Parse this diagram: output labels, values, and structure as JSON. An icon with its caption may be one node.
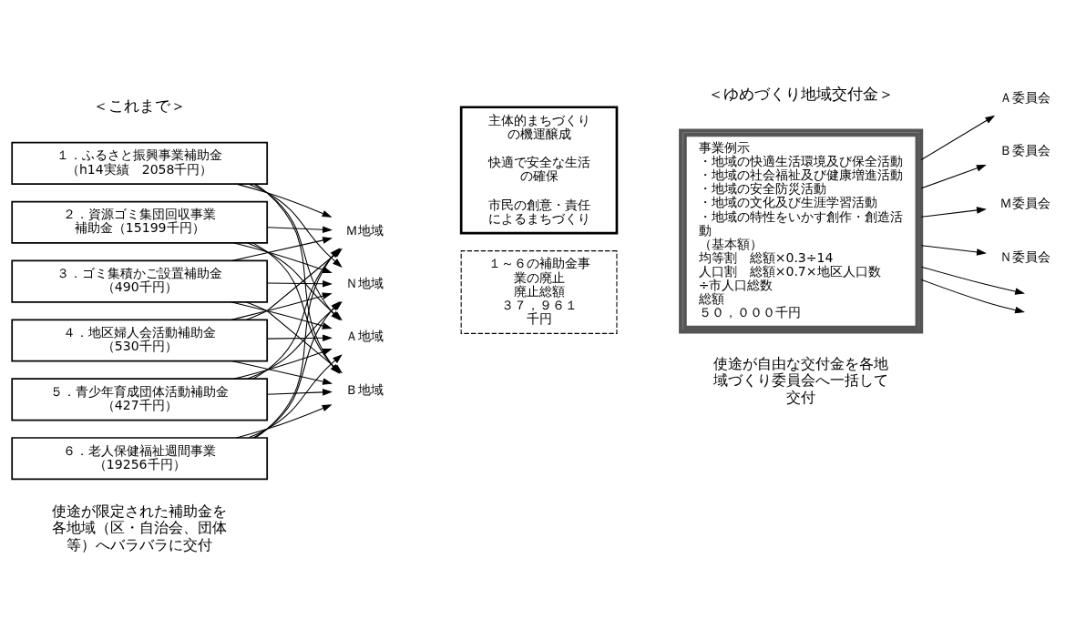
{
  "diagram": {
    "nodes": [
      {
        "text": [
          "１．ふるさと振興事業補助金",
          "（h14実績　2058千円）"
        ]
      },
      {
        "text": [
          "２．資源ゴミ集団回収事業",
          "補助金（15199千円）"
        ]
      },
      {
        "text": [
          "３．ゴミ集積かご設置補助金",
          "（490千円）"
        ]
      },
      {
        "text": [
          "４．地区婦人会活動補助金",
          "（530千円）"
        ]
      },
      {
        "text": [
          "５．青少年育成団体活動補助金",
          "（427千円）"
        ]
      },
      {
        "text": [
          "６．老人保健福祉週間事業",
          "（19256千円）"
        ]
      },
      {
        "text": [
          "Ａ地域"
        ]
      },
      {
        "text": [
          "Ｂ地域"
        ]
      },
      {
        "text": [
          "Ｍ地域"
        ]
      },
      {
        "text": [
          "Ｎ地域"
        ]
      },
      {
        "text": [
          "主体的まちづくりの機運醸成",
          "快適で安全な生活の確保",
          "市民の創意・責任によるまちづくり"
        ]
      },
      {
        "text": [
          "１～６の補助金事業の廃止",
          "廃止総額",
          "３７，９６１",
          "千円"
        ]
      },
      {
        "text": [
          "事業例示",
          "・地域の快適生活環境及び保全活動",
          "・地域の社会福祉及び健康増進活動",
          "・地域の安全防災活動",
          "・地域の文化及び生涯学習活動",
          "・地域の特性をいかす創作・創造活動",
          "（基本額）",
          "均等割　総額×0.3÷14",
          "人口割　総額×0.7×地区人口数÷市人口総数",
          "総額",
          "５０，０００千円"
        ]
      },
      {
        "text": [
          "Ａ委員会"
        ]
      },
      {
        "text": [
          "Ｂ委員会"
        ]
      },
      {
        "text": [
          "Ｍ委員会"
        ]
      },
      {
        "text": [
          "Ｎ委員会"
        ]
      }
    ],
    "edges": [
      {
        "from": 0,
        "to": 6,
        "arrow": "to"
      },
      {
        "from": 0,
        "to": 7,
        "arrow": "to"
      },
      {
        "from": 0,
        "to": 8,
        "arrow": "to"
      },
      {
        "from": 0,
        "to": 9,
        "arrow": "to"
      },
      {
        "from": 1,
        "to": 6,
        "arrow": "to"
      },
      {
        "from": 1,
        "to": 7,
        "arrow": "to"
      },
      {
        "from": 1,
        "to": 8,
        "arrow": "to"
      },
      {
        "from": 1,
        "to": 9,
        "arrow": "to"
      },
      {
        "from": 2,
        "to": 6,
        "arrow": "to"
      },
      {
        "from": 2,
        "to": 7,
        "arrow": "to"
      },
      {
        "from": 2,
        "to": 8,
        "arrow": "to"
      },
      {
        "from": 2,
        "to": 9,
        "arrow": "to"
      },
      {
        "from": 3,
        "to": 6,
        "arrow": "to"
      },
      {
        "from": 3,
        "to": 7,
        "arrow": "to"
      },
      {
        "from": 3,
        "to": 8,
        "arrow": "to"
      },
      {
        "from": 3,
        "to": 9,
        "arrow": "to"
      },
      {
        "from": 4,
        "to": 6,
        "arrow": "to"
      },
      {
        "from": 4,
        "to": 7,
        "arrow": "to"
      },
      {
        "from": 4,
        "to": 8,
        "arrow": "to"
      },
      {
        "from": 4,
        "to": 9,
        "arrow": "to"
      },
      {
        "from": 5,
        "to": 6,
        "arrow": "to"
      },
      {
        "from": 5,
        "to": 7,
        "arrow": "to"
      },
      {
        "from": 5,
        "to": 8,
        "arrow": "to"
      },
      {
        "from": 5,
        "to": 9,
        "arrow": "to"
      },
      {
        "from": 12,
        "to": 13,
        "arrow": "to"
      },
      {
        "from": 12,
        "to": 14,
        "arrow": "to"
      },
      {
        "from": 12,
        "to": null,
        "arrow": "to"
      },
      {
        "from": 12,
        "to": null,
        "arrow": "to"
      },
      {
        "from": 12,
        "to": 15,
        "arrow": "to"
      },
      {
        "from": 12,
        "to": 16,
        "arrow": "to"
      }
    ],
    "labels": [
      "＜これまで＞",
      "＜ゆめづくり地域交付金＞",
      "使途が限定された補助金を各地域（区・自治会、団体等）へバラバラに交付",
      "使途が自由な交付金を各地域づくり委員会へ一括して交付"
    ]
  }
}
